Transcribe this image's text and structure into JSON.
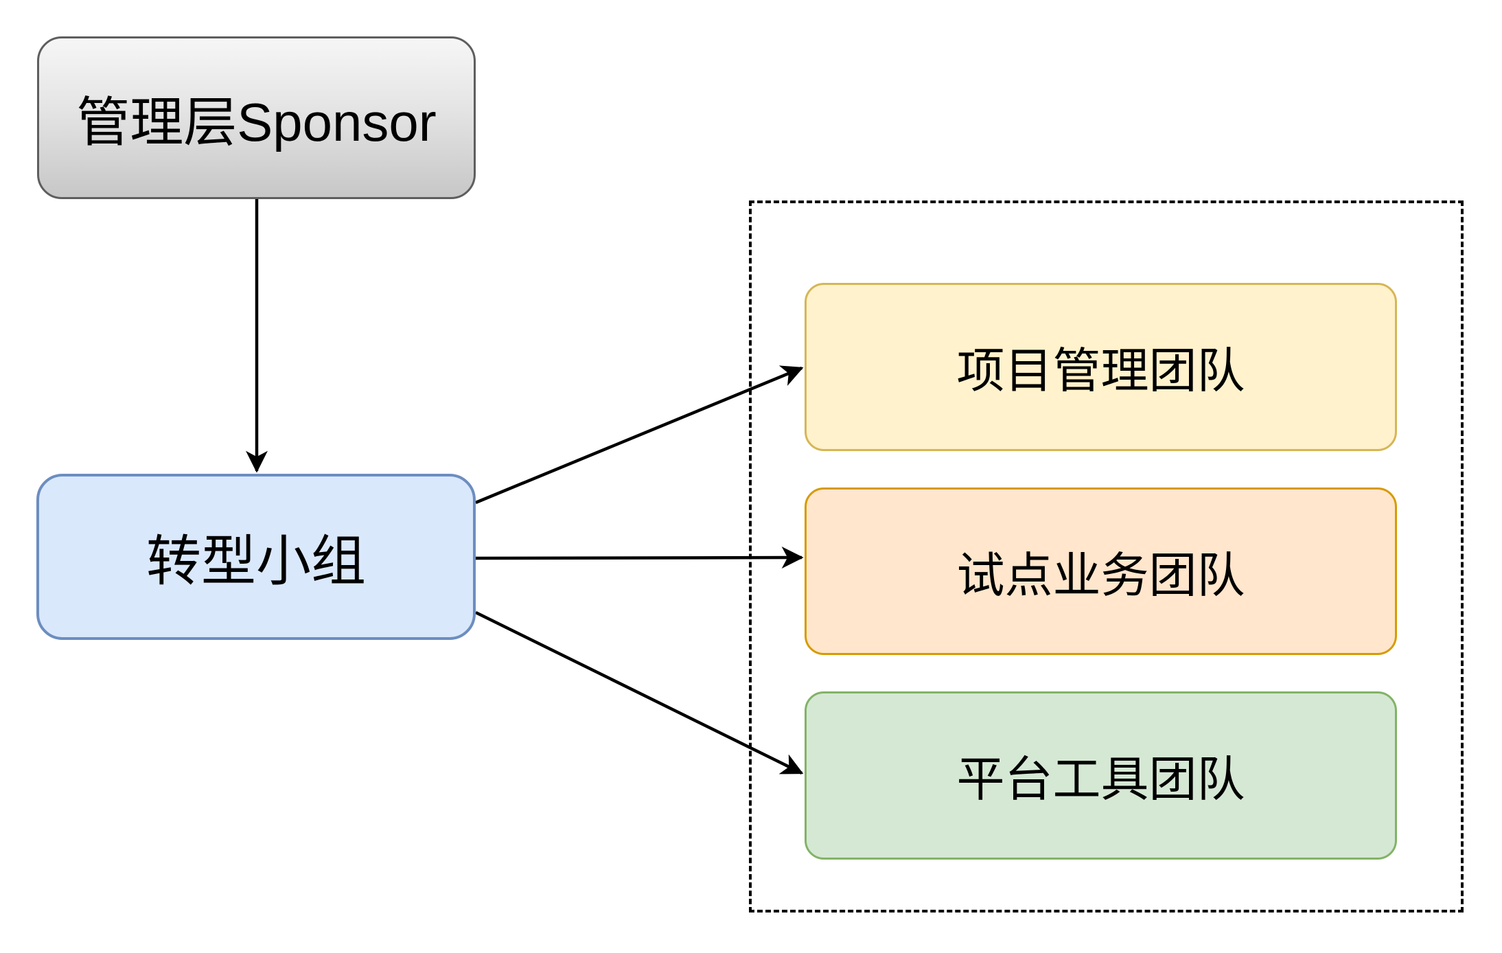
{
  "diagram": {
    "background_color": "#ffffff",
    "line_color": "#000000",
    "nodes": {
      "sponsor": {
        "label": "管理层Sponsor",
        "shape": "rounded-rectangle",
        "fill_top": "#f6f6f6",
        "fill_bottom": "#c7c7c7",
        "border_color": "#5e5e5e",
        "text_color": "#000000"
      },
      "transform_group": {
        "label": "转型小组",
        "shape": "rounded-rectangle",
        "fill": "#dae8fc",
        "border_color": "#6c8ebf",
        "text_color": "#000000"
      },
      "project_team": {
        "label": "项目管理团队",
        "shape": "rounded-rectangle",
        "fill": "#fff2cc",
        "border_color": "#d6b656",
        "text_color": "#000000"
      },
      "pilot_team": {
        "label": "试点业务团队",
        "shape": "rounded-rectangle",
        "fill": "#ffe6cc",
        "border_color": "#d79b00",
        "text_color": "#000000"
      },
      "platform_team": {
        "label": "平台工具团队",
        "shape": "rounded-rectangle",
        "fill": "#d5e8d4",
        "border_color": "#82b366",
        "text_color": "#000000"
      }
    },
    "group_container": {
      "border_style": "dashed",
      "border_color": "#000000",
      "contains": [
        "project_team",
        "pilot_team",
        "platform_team"
      ]
    },
    "edges": [
      {
        "from": "sponsor",
        "to": "transform_group",
        "arrow": "filled-triangle"
      },
      {
        "from": "transform_group",
        "to": "project_team",
        "arrow": "filled-triangle"
      },
      {
        "from": "transform_group",
        "to": "pilot_team",
        "arrow": "filled-triangle"
      },
      {
        "from": "transform_group",
        "to": "platform_team",
        "arrow": "filled-triangle"
      }
    ]
  }
}
